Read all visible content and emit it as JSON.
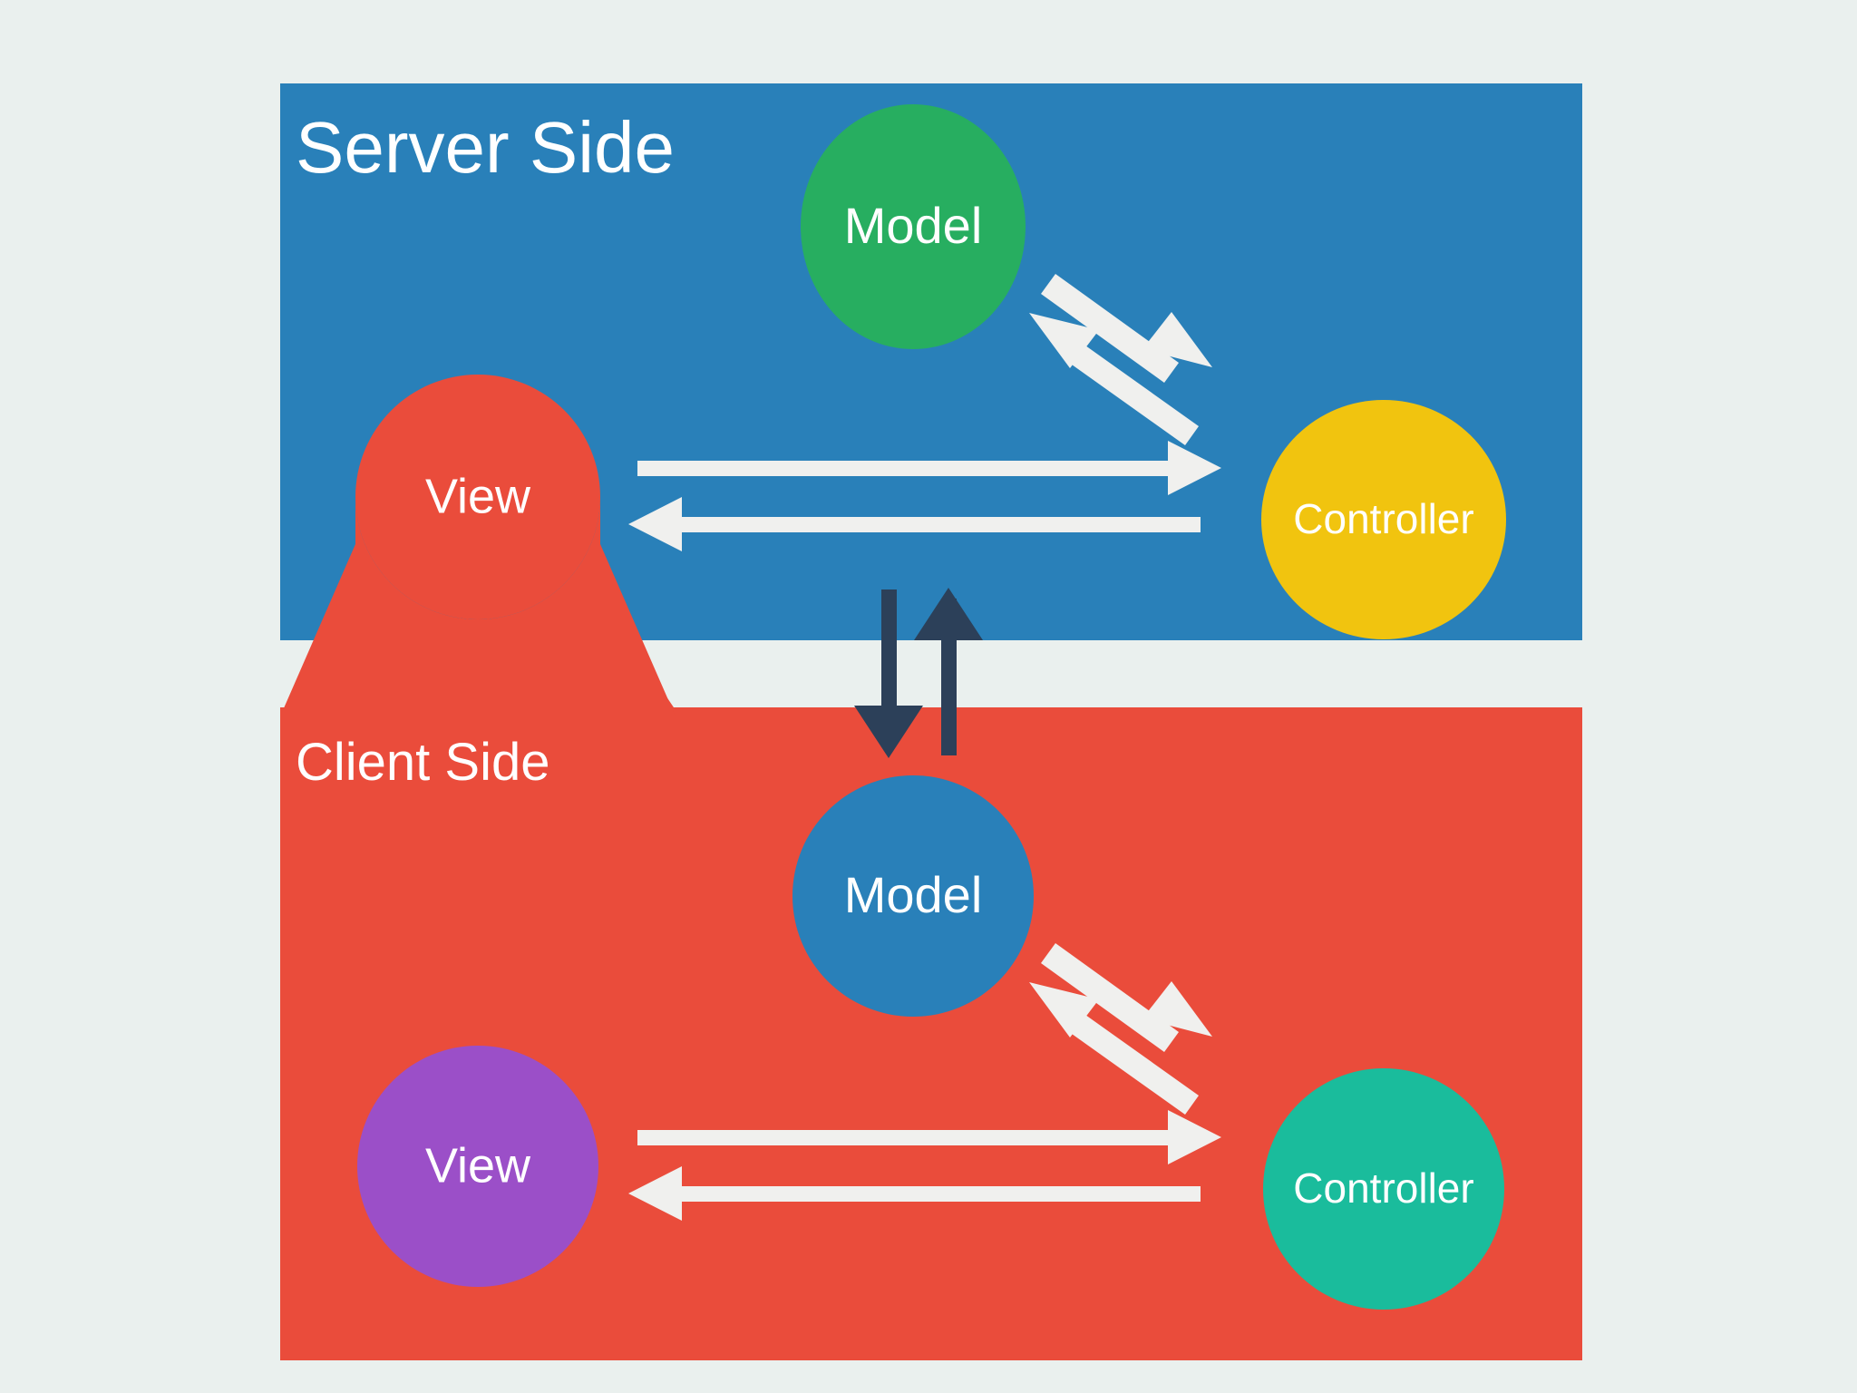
{
  "background_color": "#eaf0ee",
  "diagram": {
    "title_server": "Server Side",
    "title_client": "Client Side",
    "panels": [
      {
        "id": "server",
        "label": "Server Side",
        "color": "#2980b9",
        "nodes": [
          {
            "id": "server-model",
            "label": "Model",
            "color": "#27ae60"
          },
          {
            "id": "server-view",
            "label": "View",
            "color": "#ea4c3b"
          },
          {
            "id": "server-controller",
            "label": "Controller",
            "color": "#f1c40f"
          }
        ]
      },
      {
        "id": "client",
        "label": "Client Side",
        "color": "#ea4c3b",
        "nodes": [
          {
            "id": "client-model",
            "label": "Model",
            "color": "#2980b9"
          },
          {
            "id": "client-view",
            "label": "View",
            "color": "#9b4fc8"
          },
          {
            "id": "client-controller",
            "label": "Controller",
            "color": "#1abc9c"
          }
        ]
      }
    ],
    "connectors": [
      {
        "id": "server-model-to-controller",
        "from": "Model",
        "to": "Controller",
        "style": "white-arrow",
        "direction": "down-right"
      },
      {
        "id": "server-controller-to-model",
        "from": "Controller",
        "to": "Model",
        "style": "white-arrow",
        "direction": "up-left"
      },
      {
        "id": "server-view-to-controller",
        "from": "View",
        "to": "Controller",
        "style": "white-arrow",
        "direction": "right"
      },
      {
        "id": "server-controller-to-view",
        "from": "Controller",
        "to": "View",
        "style": "white-arrow",
        "direction": "left"
      },
      {
        "id": "server-to-client",
        "from": "Server Side",
        "to": "Client Side",
        "style": "dark-arrow",
        "direction": "down"
      },
      {
        "id": "client-to-server",
        "from": "Client Side",
        "to": "Server Side",
        "style": "dark-arrow",
        "direction": "up"
      },
      {
        "id": "client-model-to-controller",
        "from": "Model",
        "to": "Controller",
        "style": "white-arrow",
        "direction": "down-right"
      },
      {
        "id": "client-controller-to-model",
        "from": "Controller",
        "to": "Model",
        "style": "white-arrow",
        "direction": "up-left"
      },
      {
        "id": "client-view-to-controller",
        "from": "View",
        "to": "Controller",
        "style": "white-arrow",
        "direction": "right"
      },
      {
        "id": "client-controller-to-view",
        "from": "Controller",
        "to": "View",
        "style": "white-arrow",
        "direction": "left"
      }
    ],
    "arrow_color_white": "#f0f0ee",
    "arrow_color_dark": "#2c4059"
  }
}
